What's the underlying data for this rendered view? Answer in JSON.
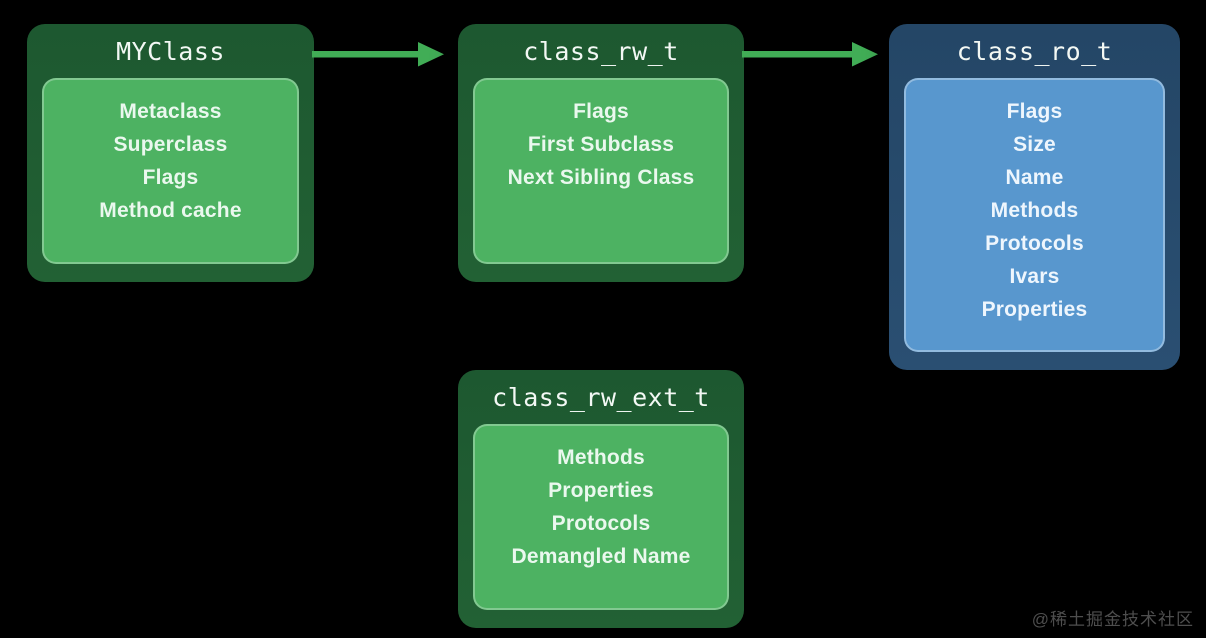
{
  "diagram": {
    "nodes": [
      {
        "id": "myclass",
        "title": "MYClass",
        "theme": "green",
        "items": [
          "Metaclass",
          "Superclass",
          "Flags",
          "Method cache"
        ]
      },
      {
        "id": "class_rw_t",
        "title": "class_rw_t",
        "theme": "green",
        "items": [
          "Flags",
          "First Subclass",
          "Next Sibling Class"
        ]
      },
      {
        "id": "class_ro_t",
        "title": "class_ro_t",
        "theme": "blue",
        "items": [
          "Flags",
          "Size",
          "Name",
          "Methods",
          "Protocols",
          "Ivars",
          "Properties"
        ]
      },
      {
        "id": "class_rw_ext_t",
        "title": "class_rw_ext_t",
        "theme": "green",
        "items": [
          "Methods",
          "Properties",
          "Protocols",
          "Demangled Name"
        ]
      }
    ],
    "arrows": [
      {
        "from": "myclass",
        "to": "class_rw_t"
      },
      {
        "from": "class_rw_t",
        "to": "class_ro_t"
      }
    ],
    "colors": {
      "background": "#000000",
      "outer_green": "#205e33",
      "inner_green": "#4db262",
      "outer_blue": "#27496a",
      "inner_blue": "#5897ce",
      "arrow_green": "#41ad56",
      "text": "#eef8f1"
    }
  },
  "watermark": {
    "text": "@稀土掘金技术社区"
  }
}
